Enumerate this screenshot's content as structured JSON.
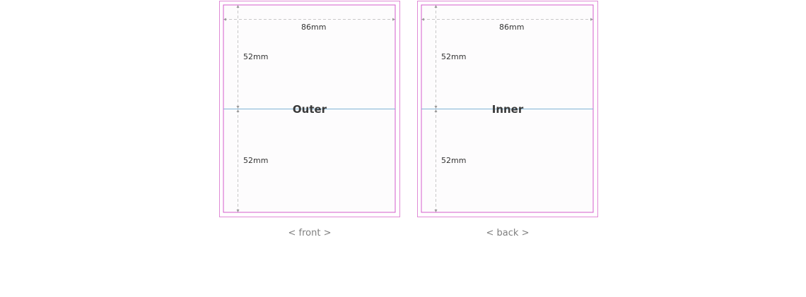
{
  "colors": {
    "bleed_border": "#e08ad6",
    "trim_border": "#d45ccc",
    "fold_line": "#7fb3d5",
    "dimension_line": "#c8c8c8",
    "arrow": "#999999",
    "panel_fill": "#fdfcfd",
    "panel_label": "#3a3a3a",
    "caption": "#7f7f7f"
  },
  "panels": [
    {
      "name": "Outer",
      "width_label": "86mm",
      "top_height_label": "52mm",
      "bottom_height_label": "52mm",
      "caption": "< front >"
    },
    {
      "name": "Inner",
      "width_label": "86mm",
      "top_height_label": "52mm",
      "bottom_height_label": "52mm",
      "caption": "< back >"
    }
  ]
}
